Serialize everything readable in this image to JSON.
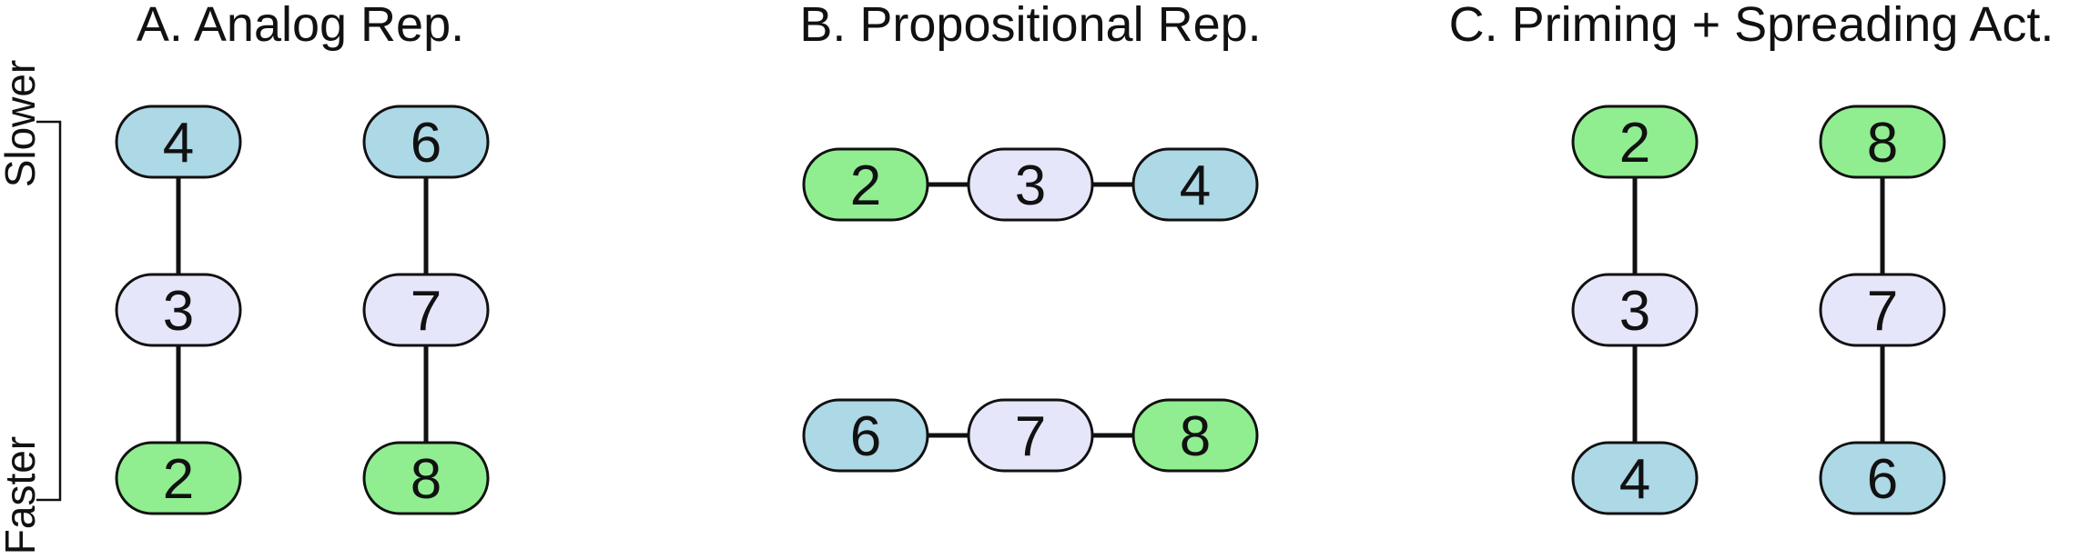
{
  "colors": {
    "blue": "#add8e6",
    "lavender": "#e6e6fa",
    "green": "#90ee90"
  },
  "axis": {
    "top_label": "Slower",
    "bottom_label": "Faster"
  },
  "panels": [
    {
      "title": "A. Analog Rep.",
      "chains": [
        {
          "orientation": "vertical",
          "nodes": [
            {
              "label": "4",
              "color": "blue"
            },
            {
              "label": "3",
              "color": "lavender"
            },
            {
              "label": "2",
              "color": "green"
            }
          ]
        },
        {
          "orientation": "vertical",
          "nodes": [
            {
              "label": "6",
              "color": "blue"
            },
            {
              "label": "7",
              "color": "lavender"
            },
            {
              "label": "8",
              "color": "green"
            }
          ]
        }
      ]
    },
    {
      "title": "B. Propositional Rep.",
      "chains": [
        {
          "orientation": "horizontal",
          "nodes": [
            {
              "label": "2",
              "color": "green"
            },
            {
              "label": "3",
              "color": "lavender"
            },
            {
              "label": "4",
              "color": "blue"
            }
          ]
        },
        {
          "orientation": "horizontal",
          "nodes": [
            {
              "label": "6",
              "color": "blue"
            },
            {
              "label": "7",
              "color": "lavender"
            },
            {
              "label": "8",
              "color": "green"
            }
          ]
        }
      ]
    },
    {
      "title": "C. Priming + Spreading Act.",
      "chains": [
        {
          "orientation": "vertical",
          "nodes": [
            {
              "label": "2",
              "color": "green"
            },
            {
              "label": "3",
              "color": "lavender"
            },
            {
              "label": "4",
              "color": "blue"
            }
          ]
        },
        {
          "orientation": "vertical",
          "nodes": [
            {
              "label": "8",
              "color": "green"
            },
            {
              "label": "7",
              "color": "lavender"
            },
            {
              "label": "6",
              "color": "blue"
            }
          ]
        }
      ]
    }
  ]
}
